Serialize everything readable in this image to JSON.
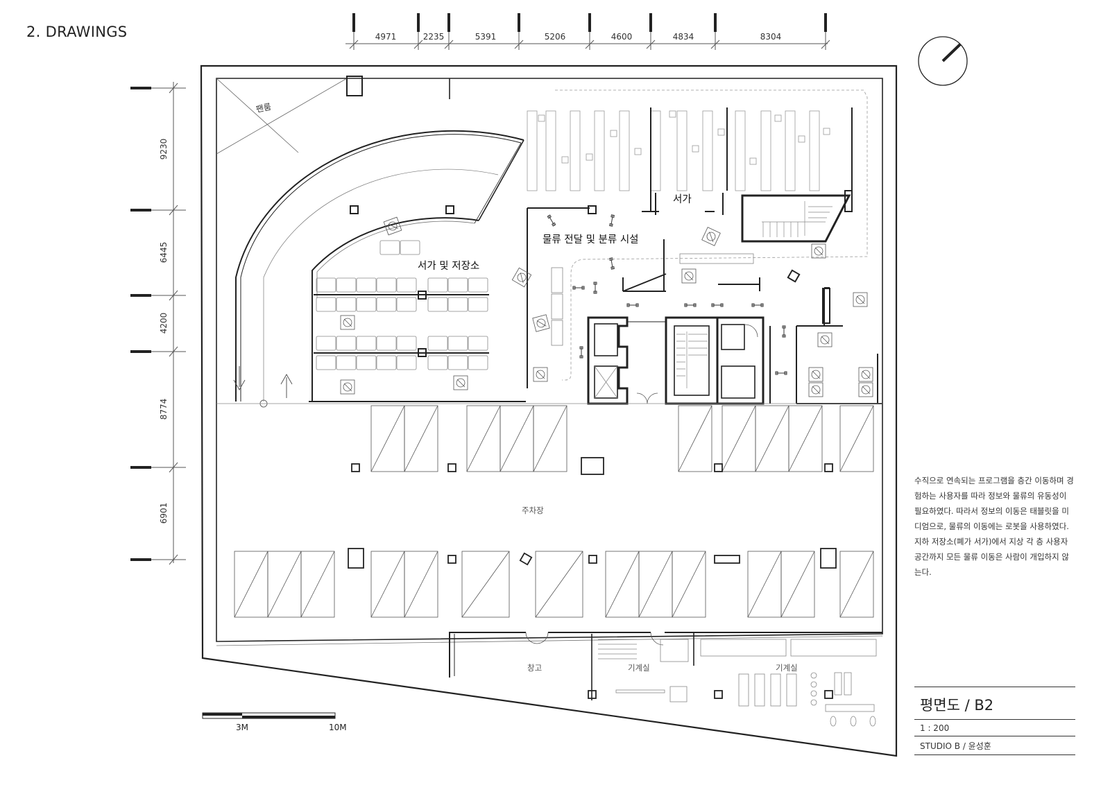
{
  "section_title": "2. DRAWINGS",
  "dimensions": {
    "top": [
      "4971",
      "2235",
      "5391",
      "5206",
      "4600",
      "4834",
      "8304"
    ],
    "left": [
      "9230",
      "6445",
      "4200",
      "8774",
      "6901"
    ]
  },
  "rooms": {
    "fan_room": "팬룸",
    "shelf_storage": "서가 및 저장소",
    "logistics": "물류 전달 및 분류 시설",
    "bookshelf": "서가",
    "parking": "주차장",
    "warehouse": "창고",
    "machine_room_1": "기계실",
    "machine_room_2": "기계실"
  },
  "scale_bar": {
    "label_3m": "3M",
    "label_10m": "10M"
  },
  "description": "수직으로 연속되는 프로그램을 층간 이동하며 경험하는 사용자를 따라 정보와 물류의 유동성이 필요하였다. 따라서 정보의 이동은 태블릿을 미디엄으로, 물류의 이동에는 로봇을 사용하였다. 지하 저장소(폐가 서가)에서 지상 각 층 사용자 공간까지 모든 물류 이동은 사람이 개입하지 않는다.",
  "title_block": {
    "title": "평면도 / B2",
    "scale": "1 : 200",
    "studio": "STUDIO B / 윤성훈"
  }
}
